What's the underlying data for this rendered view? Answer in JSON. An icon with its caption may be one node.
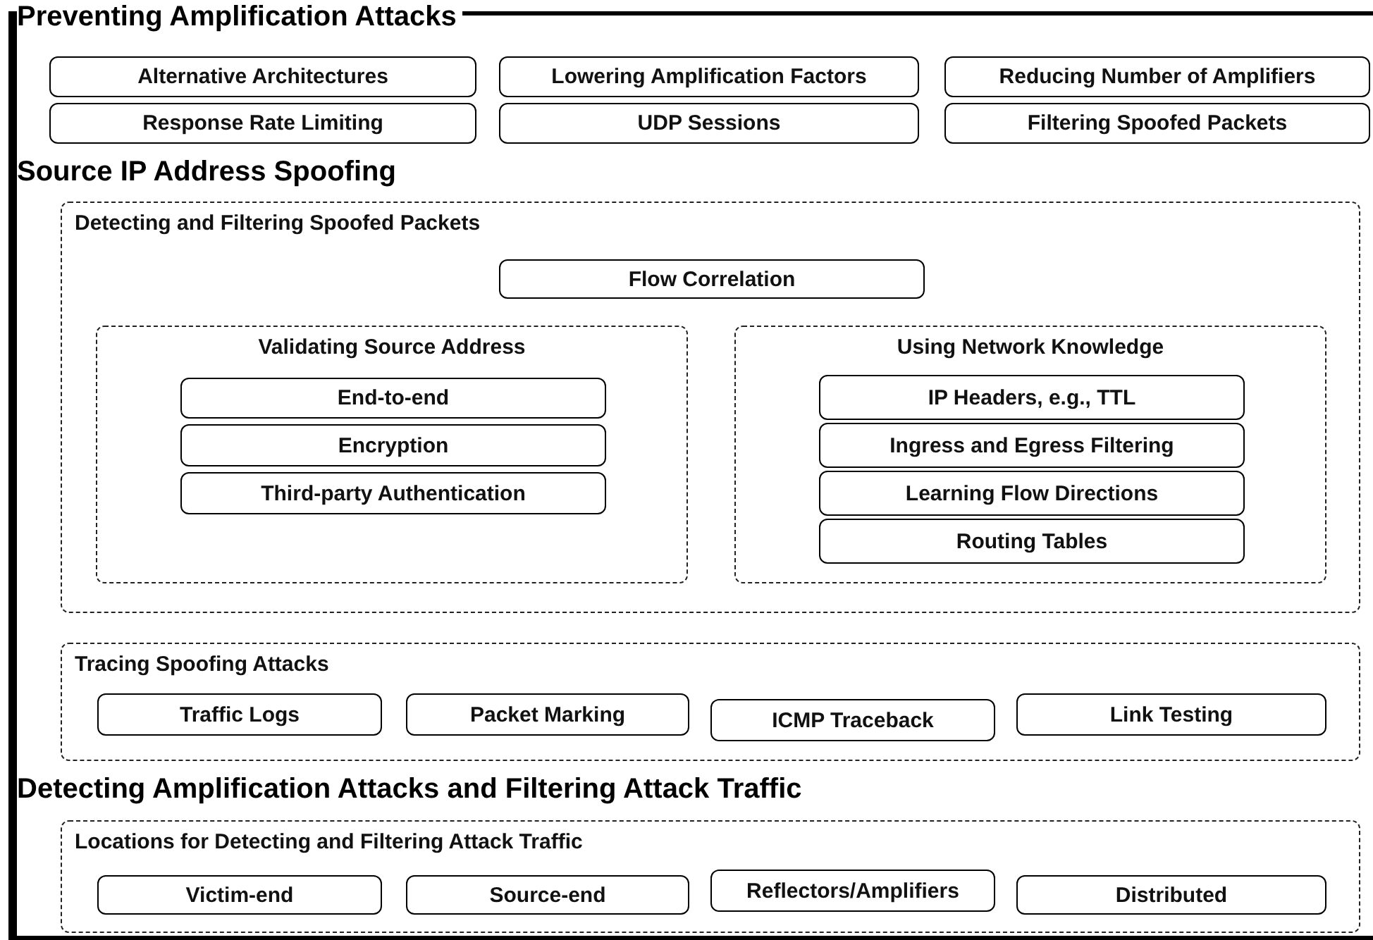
{
  "diagram": {
    "nodes": [
      {
        "text": [
          "Alternative Architectures"
        ]
      },
      {
        "text": [
          "Lowering Amplification Factors"
        ]
      },
      {
        "text": [
          "Reducing Number of Amplifiers"
        ]
      },
      {
        "text": [
          "Response Rate Limiting"
        ]
      },
      {
        "text": [
          "UDP Sessions"
        ]
      },
      {
        "text": [
          "Filtering Spoofed Packets"
        ]
      },
      {
        "text": [
          "Detecting and Filtering Spoofed Packets"
        ]
      },
      {
        "text": [
          "Flow Correlation"
        ],
        "in": 6
      },
      {
        "text": [
          "Validating Source Address"
        ],
        "in": 6
      },
      {
        "text": [
          "End-to-end"
        ],
        "in": 8
      },
      {
        "text": [
          "Encryption"
        ],
        "in": 8
      },
      {
        "text": [
          "Third-party Authentication"
        ],
        "in": 8
      },
      {
        "text": [
          "Using Network Knowledge"
        ],
        "in": 6
      },
      {
        "text": [
          "IP Headers, e.g., TTL"
        ],
        "in": 12
      },
      {
        "text": [
          "Ingress and Egress Filtering"
        ],
        "in": 12
      },
      {
        "text": [
          "Learning Flow Directions"
        ],
        "in": 12
      },
      {
        "text": [
          "Routing Tables"
        ],
        "in": 12
      },
      {
        "text": [
          "Tracing Spoofing Attacks"
        ]
      },
      {
        "text": [
          "Traffic Logs"
        ],
        "in": 17
      },
      {
        "text": [
          "Packet Marking"
        ],
        "in": 17
      },
      {
        "text": [
          "ICMP Traceback"
        ],
        "in": 17
      },
      {
        "text": [
          "Link Testing"
        ],
        "in": 17
      },
      {
        "text": [
          "Locations for Detecting and Filtering Attack Traffic"
        ]
      },
      {
        "text": [
          "Victim-end"
        ],
        "in": 22
      },
      {
        "text": [
          "Source-end"
        ],
        "in": 22
      },
      {
        "text": [
          "Reflectors/Amplifiers"
        ],
        "in": 22
      },
      {
        "text": [
          "Distributed"
        ],
        "in": 22
      }
    ],
    "edges": [],
    "labels": [
      "Preventing Amplification Attacks",
      "Source IP Address Spoofing",
      "Detecting Amplification Attacks and Filtering Attack Traffic"
    ]
  }
}
